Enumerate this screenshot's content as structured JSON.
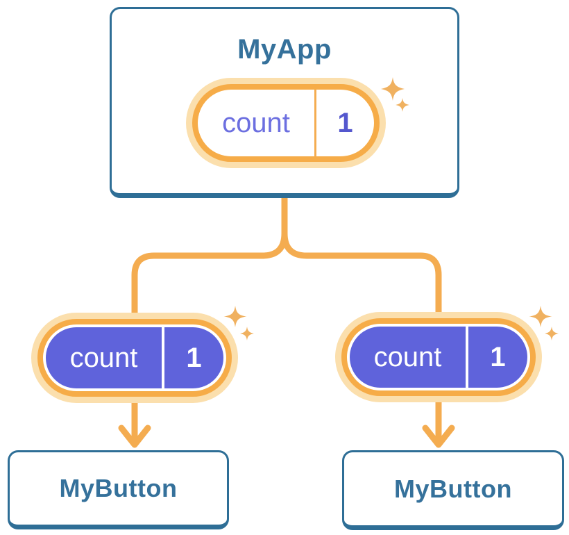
{
  "diagram": {
    "root": {
      "label": "MyApp",
      "state": {
        "name": "count",
        "value": "1"
      }
    },
    "children": [
      {
        "label": "MyButton",
        "prop": {
          "name": "count",
          "value": "1"
        }
      },
      {
        "label": "MyButton",
        "prop": {
          "name": "count",
          "value": "1"
        }
      }
    ],
    "colors": {
      "card_border": "#2E6E96",
      "heading_text": "#35719B",
      "pill_border_orange": "#F6AC48",
      "pill_halo_orange": "#FBDFAD",
      "connector_orange": "#F4AC50",
      "sparkle_orange": "#F0B160",
      "prop_pill_purple": "#5F63DB",
      "state_name_purple": "#6C6FE0",
      "state_value_purple": "#5457CE",
      "prop_text_white": "#FFFFFF"
    }
  }
}
